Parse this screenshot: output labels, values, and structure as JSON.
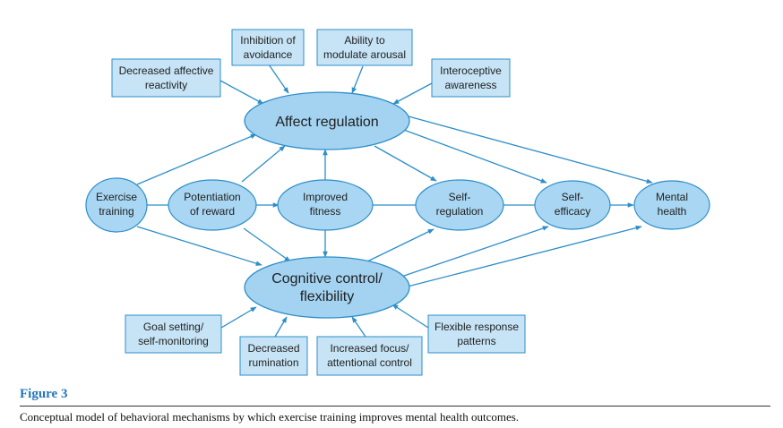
{
  "nodes": {
    "exercise": [
      "Exercise",
      "training"
    ],
    "reward": [
      "Potentiation",
      "of reward"
    ],
    "fitness": [
      "Improved",
      "fitness"
    ],
    "selfreg": [
      "Self-",
      "regulation"
    ],
    "efficacy": [
      "Self-",
      "efficacy"
    ],
    "mental": [
      "Mental",
      "health"
    ],
    "affect": [
      "Affect regulation"
    ],
    "cognitive": [
      "Cognitive control/",
      "flexibility"
    ]
  },
  "boxes": {
    "decreased_affective": [
      "Decreased affective",
      "reactivity"
    ],
    "inhibition": [
      "Inhibition of",
      "avoidance"
    ],
    "arousal": [
      "Ability to",
      "modulate arousal"
    ],
    "interoceptive": [
      "Interoceptive",
      "awareness"
    ],
    "goal_setting": [
      "Goal setting/",
      "self-monitoring"
    ],
    "rumination": [
      "Decreased",
      "rumination"
    ],
    "focus": [
      "Increased focus/",
      "attentional control"
    ],
    "flexible": [
      "Flexible response",
      "patterns"
    ]
  },
  "caption": {
    "title": "Figure 3",
    "text": "Conceptual model of behavioral mechanisms by which exercise training improves mental health outcomes."
  },
  "colors": {
    "stroke": "#2d8ec9",
    "box_fill": "#c6e4f6",
    "ellipse_fill": "#a9d6f2",
    "caption_title": "#2176bd"
  }
}
